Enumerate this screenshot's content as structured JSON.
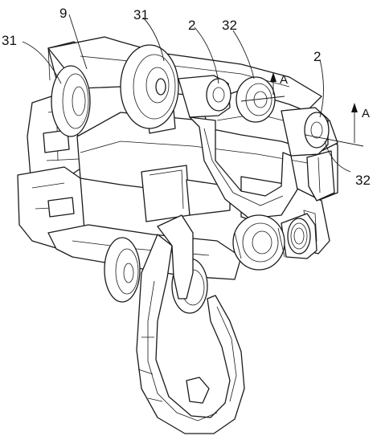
{
  "figure": {
    "callouts": {
      "label_31_left": "31",
      "label_9": "9",
      "label_31_top": "31",
      "label_2_top": "2",
      "label_32_top": "32",
      "label_2_right": "2",
      "label_32_right": "32"
    },
    "section_marks": {
      "a_upper": "A",
      "a_right": "A"
    }
  }
}
